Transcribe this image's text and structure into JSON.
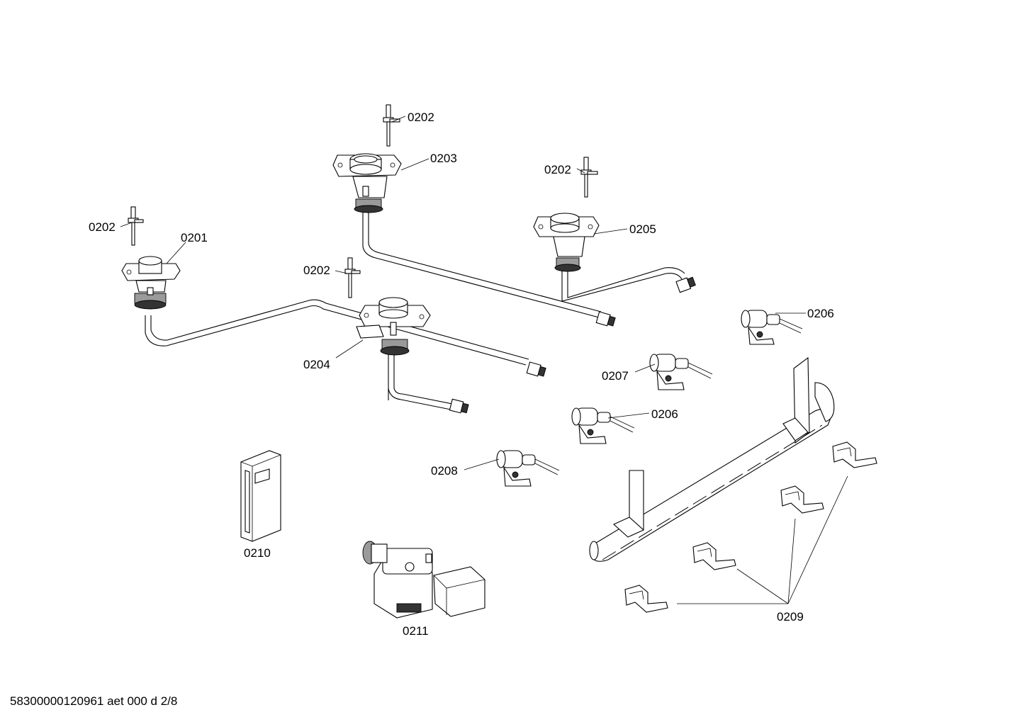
{
  "labels": {
    "p0202_a": "0202",
    "p0202_b": "0202",
    "p0202_c": "0202",
    "p0202_d": "0202",
    "p0201": "0201",
    "p0203": "0203",
    "p0204": "0204",
    "p0205": "0205",
    "p0206_a": "0206",
    "p0206_b": "0206",
    "p0207": "0207",
    "p0208": "0208",
    "p0209": "0209",
    "p0210": "0210",
    "p0211": "0211"
  },
  "footer": "58300000120961 aet 000 d 2/8"
}
